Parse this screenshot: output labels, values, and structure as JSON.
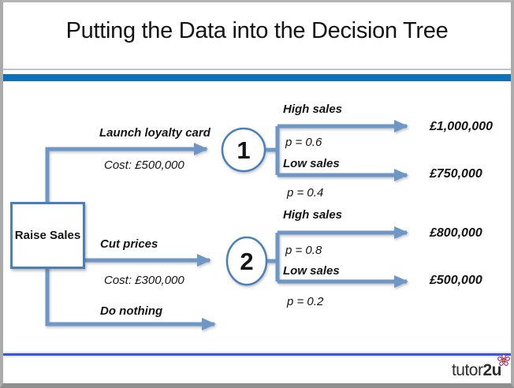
{
  "title": "Putting the Data into the Decision Tree",
  "theme": {
    "accent_bar_color": "#0f71ba",
    "hairline_color": "#b8c4d4",
    "bottom_line_color": "#3d55d8",
    "branch_color": "#6f97c6",
    "node_border_color": "#4a7fbd",
    "text_color": "#141414"
  },
  "tree": {
    "root": {
      "label": "Raise Sales"
    },
    "options": [
      {
        "label": "Launch loyalty card",
        "cost": "Cost: £500,000",
        "node": "1",
        "outcomes": [
          {
            "label": "High sales",
            "probability": "p = 0.6",
            "payoff": "£1,000,000"
          },
          {
            "label": "Low sales",
            "probability": "p = 0.4",
            "payoff": "£750,000"
          }
        ]
      },
      {
        "label": "Cut prices",
        "cost": "Cost: £300,000",
        "node": "2",
        "outcomes": [
          {
            "label": "High sales",
            "probability": "p = 0.8",
            "payoff": "£800,000"
          },
          {
            "label": "Low sales",
            "probability": "p = 0.2",
            "payoff": "£500,000"
          }
        ]
      },
      {
        "label": "Do nothing"
      }
    ]
  },
  "footer": {
    "logo_regular": "tutor",
    "logo_bold": "2u",
    "logo_icon": "flower-icon"
  }
}
